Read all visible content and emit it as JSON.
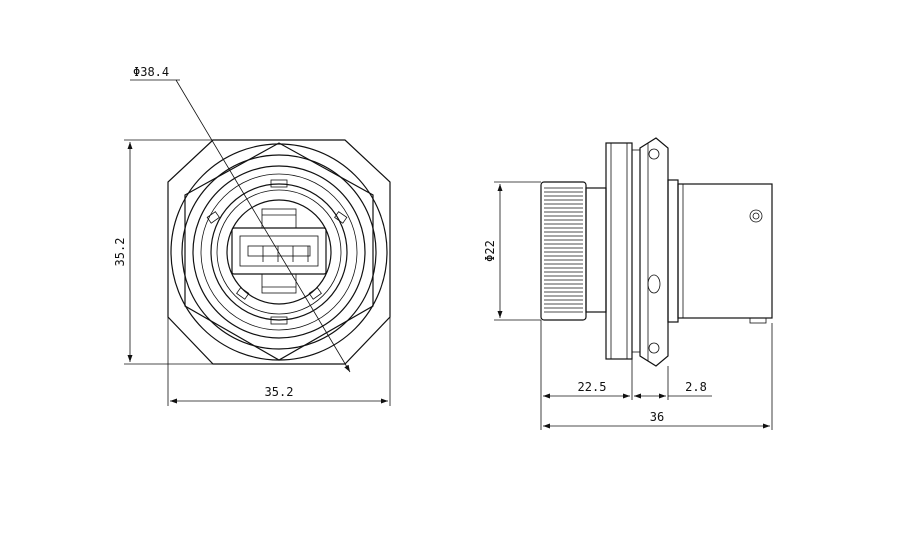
{
  "front_view": {
    "diameter_label": "Φ38.4",
    "height_label": "35.2",
    "width_label": "35.2"
  },
  "side_view": {
    "diameter_label": "Φ22",
    "length_22_5": "22.5",
    "length_2_8": "2.8",
    "total_length": "36"
  },
  "colors": {
    "line": "#111111",
    "background": "#ffffff"
  }
}
